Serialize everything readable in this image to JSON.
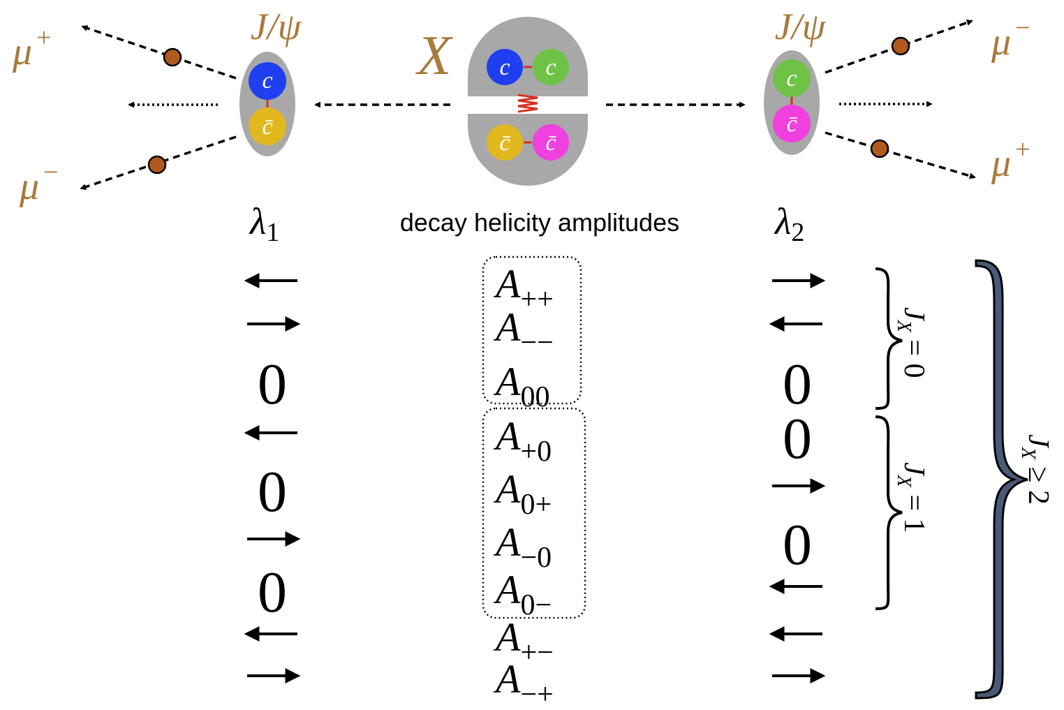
{
  "colors": {
    "brown_label": "#a87a3c",
    "gray_blob": "#a8a8a8",
    "quark_blue": "#1f3ff0",
    "quark_green": "#6ec246",
    "quark_yellow": "#e2b820",
    "quark_magenta": "#f040e0",
    "muon_dot": "#b05a1e",
    "spring_red": "#d83020",
    "brace_fill": "#4a5a78"
  },
  "top": {
    "left_meson": "J/ψ",
    "right_meson": "J/ψ",
    "x_label": "X",
    "mu_plus": "μ",
    "mu_plus_sup": "+",
    "mu_minus": "μ",
    "mu_minus_sup": "−",
    "quark_c": "c",
    "quark_cbar": "c̄"
  },
  "header": {
    "lambda1": "λ",
    "lambda1_sub": "1",
    "lambda2": "λ",
    "lambda2_sub": "2",
    "middle": "decay helicity amplitudes"
  },
  "rows": [
    {
      "l1": "←",
      "amp": "A",
      "sub": "++",
      "l2": "→"
    },
    {
      "l1": "→",
      "amp": "A",
      "sub": "−−",
      "l2": "←"
    },
    {
      "l1": "0",
      "amp": "A",
      "sub": "00",
      "l2": "0"
    },
    {
      "l1": "←",
      "amp": "A",
      "sub": "+0",
      "l2": "0"
    },
    {
      "l1": "0",
      "amp": "A",
      "sub": "0+",
      "l2": "→"
    },
    {
      "l1": "→",
      "amp": "A",
      "sub": "−0",
      "l2": "0"
    },
    {
      "l1": "0",
      "amp": "A",
      "sub": "0−",
      "l2": "←"
    },
    {
      "l1": "←",
      "amp": "A",
      "sub": "+−",
      "l2": "←"
    },
    {
      "l1": "→",
      "amp": "A",
      "sub": "−+",
      "l2": "→"
    }
  ],
  "braces": {
    "j0": {
      "J": "J",
      "sub": "X",
      "rel": " = 0"
    },
    "j1": {
      "J": "J",
      "sub": "X",
      "rel": " = 1"
    },
    "j2": {
      "J": "J",
      "sub": "X",
      "rel": " ≥ 2"
    }
  }
}
